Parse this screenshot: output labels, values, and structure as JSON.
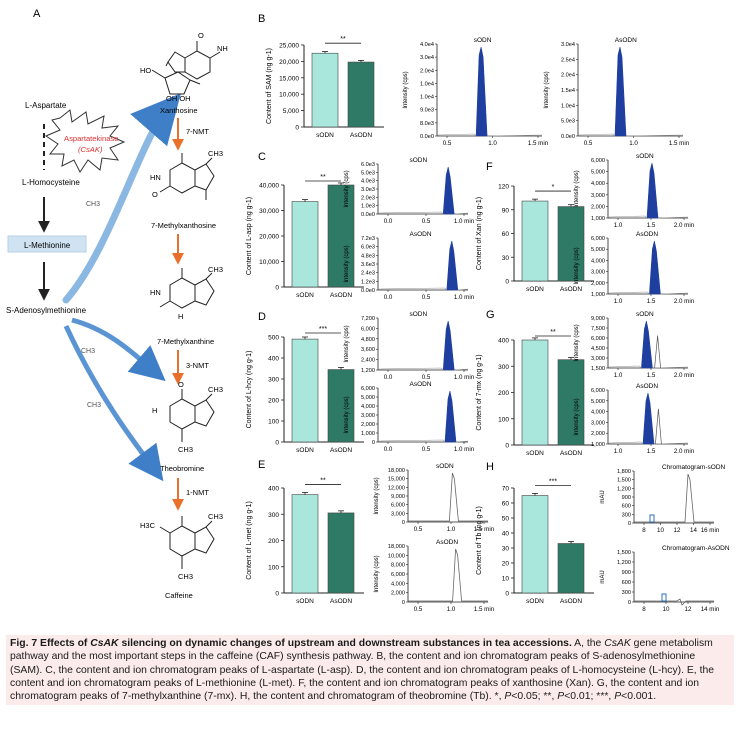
{
  "panel_labels": [
    "A",
    "B",
    "C",
    "D",
    "E",
    "F",
    "G",
    "H"
  ],
  "pathway": {
    "left_nodes": [
      "L-Aspartate",
      "L-Homocysteine",
      "L-Methionine",
      "S-Adenosylmethionine"
    ],
    "enzyme_burst": [
      "Aspartatekinase",
      "(CsAK)"
    ],
    "methyl_labels": [
      "CH3",
      "CH3",
      "CH3",
      "CH3"
    ],
    "structures": [
      "Xanthosine",
      "7-Methylxanthosine",
      "7-Methylxanthine",
      "Theobromine",
      "Caffeine"
    ],
    "enzymes": [
      "7-NMT",
      "3-NMT",
      "1-NMT"
    ],
    "atoms": [
      "HO",
      "OH OH",
      "NH",
      "N",
      "HN",
      "O",
      "H",
      "CH3",
      "H3C"
    ]
  },
  "groups": [
    "sODN",
    "AsODN"
  ],
  "chart_data": [
    {
      "panel": "B",
      "type": "bar",
      "ylabel": "Content of SAM (ng g-1)",
      "categories": [
        "sODN",
        "AsODN"
      ],
      "values": [
        22500,
        19800
      ],
      "ylim": [
        0,
        25000
      ],
      "yticks": [
        "0",
        "5,000",
        "10,000",
        "15,000",
        "20,000",
        "25,000"
      ],
      "significance": "**"
    },
    {
      "panel": "C",
      "type": "bar",
      "ylabel": "Content of L-asp (ng g-1)",
      "categories": [
        "sODN",
        "AsODN"
      ],
      "values": [
        33500,
        40000
      ],
      "ylim": [
        0,
        40000
      ],
      "yticks": [
        "0",
        "10,000",
        "20,000",
        "30,000",
        "40,000"
      ],
      "significance": "**"
    },
    {
      "panel": "D",
      "type": "bar",
      "ylabel": "Content of L-hcy (ng g-1)",
      "categories": [
        "sODN",
        "AsODN"
      ],
      "values": [
        490,
        345
      ],
      "ylim": [
        0,
        500
      ],
      "yticks": [
        "0",
        "100",
        "200",
        "300",
        "400",
        "500"
      ],
      "significance": "***"
    },
    {
      "panel": "E",
      "type": "bar",
      "ylabel": "Content of L-met (ng g-1)",
      "categories": [
        "sODN",
        "AsODN"
      ],
      "values": [
        375,
        305
      ],
      "ylim": [
        0,
        400
      ],
      "yticks": [
        "0",
        "100",
        "200",
        "300",
        "400"
      ],
      "significance": "**"
    },
    {
      "panel": "F",
      "type": "bar",
      "ylabel": "Content of Xan (ng g-1)",
      "categories": [
        "sODN",
        "AsODN"
      ],
      "values": [
        101,
        94
      ],
      "ylim": [
        0,
        120
      ],
      "yticks": [
        "0",
        "30",
        "60",
        "90",
        "120"
      ],
      "significance": "*"
    },
    {
      "panel": "G",
      "type": "bar",
      "ylabel": "Content of 7-mx (ng g-1)",
      "categories": [
        "sODN",
        "AsODN"
      ],
      "values": [
        400,
        325
      ],
      "ylim": [
        0,
        400
      ],
      "yticks": [
        "0",
        "100",
        "200",
        "300",
        "400"
      ],
      "significance": "**"
    },
    {
      "panel": "H",
      "type": "bar",
      "ylabel": "Content of Tb (ng g-1)",
      "categories": [
        "sODN",
        "AsODN"
      ],
      "values": [
        65,
        33
      ],
      "ylim": [
        0,
        70
      ],
      "yticks": [
        "0",
        "10",
        "20",
        "30",
        "40",
        "50",
        "60",
        "70"
      ],
      "significance": "***"
    }
  ],
  "chromatograms": [
    {
      "id": "B1",
      "title": "sODN",
      "ylabel": "Intensity (cps)",
      "yticks": [
        "0.0e0",
        "8.0e3",
        "9.0e3",
        "1.0e4",
        "1.0e4",
        "2.0e4",
        "3.0e4",
        "4.0e4"
      ],
      "xticks": [
        "0.5",
        "1.0",
        "1.5 min"
      ]
    },
    {
      "id": "B2",
      "title": "AsODN",
      "ylabel": "Intensity (cps)",
      "yticks": [
        "0.0e0",
        "5.0e3",
        "1.0e4",
        "1.5e4",
        "2.0e4",
        "2.5e4",
        "3.0e4"
      ],
      "xticks": [
        "0.5",
        "1.0",
        "1.5 min"
      ]
    },
    {
      "id": "C1",
      "title": "sODN",
      "ylabel": "Intensity (cps)",
      "yticks": [
        "0.0e0",
        "1.0e3",
        "2.0e3",
        "3.0e3",
        "4.0e3",
        "5.0e3",
        "6.0e3"
      ],
      "xticks": [
        "0.0",
        "0.5",
        "1.0 min"
      ]
    },
    {
      "id": "C2",
      "title": "AsODN",
      "ylabel": "Intensity (cps)",
      "yticks": [
        "0.0e0",
        "1.2e3",
        "2.4e3",
        "3.6e3",
        "4.8e3",
        "6.0e3",
        "7.2e3"
      ],
      "xticks": [
        "0.0",
        "0.5",
        "1.0 min"
      ]
    },
    {
      "id": "D1",
      "title": "sODN",
      "ylabel": "Intensity (cps)",
      "yticks": [
        "1,200",
        "2,400",
        "3,600",
        "4,800",
        "6,000",
        "7,200"
      ],
      "xticks": [
        "0.0",
        "0.5",
        "1.0 min"
      ]
    },
    {
      "id": "D2",
      "title": "AsODN",
      "ylabel": "Intensity (cps)",
      "yticks": [
        "0",
        "1,000",
        "2,000",
        "3,000",
        "4,000",
        "5,000",
        "6,000"
      ],
      "xticks": [
        "0.0",
        "0.5",
        "1.0 min"
      ]
    },
    {
      "id": "E1",
      "title": "sODN",
      "ylabel": "Intensity (cps)",
      "yticks": [
        "0",
        "3,000",
        "6,000",
        "9,000",
        "12,000",
        "15,000",
        "18,000"
      ],
      "xticks": [
        "0.5",
        "1.0",
        "1.5 min"
      ]
    },
    {
      "id": "E2",
      "title": "AsODN",
      "ylabel": "Intensity (cps)",
      "yticks": [
        "0",
        "2,000",
        "4,000",
        "6,000",
        "8,000",
        "10,000",
        "18,000"
      ],
      "xticks": [
        "0.5",
        "1.0",
        "1.5 min"
      ]
    },
    {
      "id": "F1",
      "title": "sODN",
      "ylabel": "Intensity (cps)",
      "yticks": [
        "1,000",
        "2,000",
        "3,000",
        "4,000",
        "5,000",
        "6,000"
      ],
      "xticks": [
        "1.0",
        "1.5",
        "2.0 min"
      ]
    },
    {
      "id": "F2",
      "title": "AsODN",
      "ylabel": "Intensity (cps)",
      "yticks": [
        "1,000",
        "2,000",
        "3,000",
        "4,000",
        "5,000",
        "6,000"
      ],
      "xticks": [
        "1.0",
        "1.5",
        "2.0 min"
      ]
    },
    {
      "id": "G1",
      "title": "sODN",
      "ylabel": "Intensity (cps)",
      "yticks": [
        "1,500",
        "3,000",
        "4,500",
        "6,000",
        "7,500",
        "9,000"
      ],
      "xticks": [
        "1.0",
        "1.5",
        "2.0 min"
      ]
    },
    {
      "id": "G2",
      "title": "AsODN",
      "ylabel": "Intensity (cps)",
      "yticks": [
        "1,000",
        "2,000",
        "3,000",
        "4,000",
        "5,000",
        "6,000"
      ],
      "xticks": [
        "1.0",
        "1.5",
        "2.0 min"
      ]
    },
    {
      "id": "H1",
      "title": "Chromatogram-sODN",
      "ylabel": "mAU",
      "yticks": [
        "0",
        "300",
        "600",
        "900",
        "1,200",
        "1,500",
        "1,800"
      ],
      "xticks": [
        "8",
        "10",
        "12",
        "14",
        "16 min"
      ]
    },
    {
      "id": "H2",
      "title": "Chromatogram-AsODN",
      "ylabel": "mAU",
      "yticks": [
        "0",
        "300",
        "600",
        "900",
        "1,200",
        "1,500"
      ],
      "xticks": [
        "8",
        "10",
        "12",
        "14 min"
      ]
    }
  ],
  "colors": {
    "sODN": "#a9e6dc",
    "AsODN": "#2f7a66",
    "peak": "#1f3fa0",
    "arrow_blue": "#5b9bd5",
    "arrow_orange": "#e8702a",
    "caption_bg": "#fbeceb",
    "burst_text": "#e03030"
  },
  "caption": {
    "fig_no": "Fig. 7",
    "title_pre": "Effects of ",
    "title_gene": "CsAK",
    "title_post": " silencing on dynamic changes of upstream and downstream substances in tea accessions.",
    "body_1": " A, the ",
    "body_gene": "CsAK",
    "body_2": " gene metabolism pathway and the most important steps in the caffeine (CAF) synthesis pathway.  B, the content and ion chromatogram peaks of S-adenosylmethionine (SAM).  C, the content and ion chromatogram peaks of L-aspartate (L-asp).  D, the content and ion chromatogram peaks of L-homocysteine (L-hcy).  E, the content and ion chromatogram peaks of L-methionine (L-met).  F, the content and ion chromatogram peaks of xanthosine (Xan).  G, the content and ion chromatogram peaks of 7-methylxanthine (7-mx).  H, the content and chromatogram of theobromine (Tb).  ",
    "sig_1": "*, ",
    "p_1": "P",
    "sig_1b": "<0.05; ",
    "sig_2": "**, ",
    "p_2": "P",
    "sig_2b": "<0.01; ",
    "sig_3": "***, ",
    "p_3": "P",
    "sig_3b": "<0.001."
  }
}
